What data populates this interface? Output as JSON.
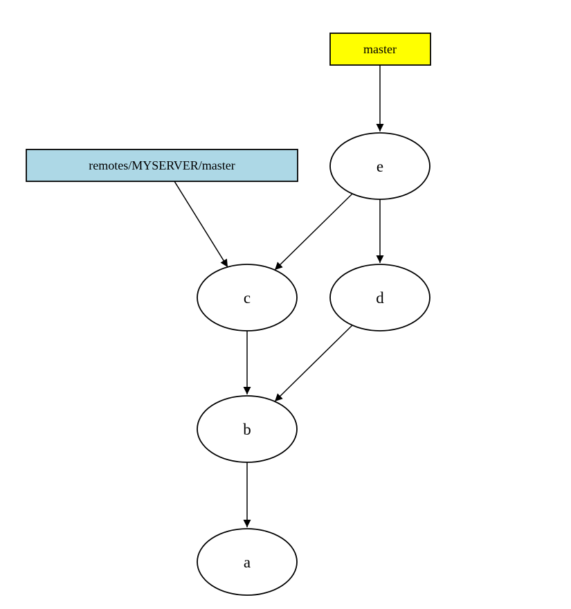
{
  "diagram": {
    "type": "git-commit-graph",
    "background": "#ffffff",
    "nodes": {
      "master": {
        "label": "master",
        "shape": "box",
        "fill": "#ffff00"
      },
      "remote": {
        "label": "remotes/MYSERVER/master",
        "shape": "box",
        "fill": "#add8e6"
      },
      "e": {
        "label": "e",
        "shape": "ellipse",
        "fill": "#ffffff"
      },
      "c": {
        "label": "c",
        "shape": "ellipse",
        "fill": "#ffffff"
      },
      "d": {
        "label": "d",
        "shape": "ellipse",
        "fill": "#ffffff"
      },
      "b": {
        "label": "b",
        "shape": "ellipse",
        "fill": "#ffffff"
      },
      "a": {
        "label": "a",
        "shape": "ellipse",
        "fill": "#ffffff"
      }
    },
    "edges": [
      {
        "from": "master",
        "to": "e"
      },
      {
        "from": "remotes/MYSERVER/master",
        "to": "c"
      },
      {
        "from": "e",
        "to": "c"
      },
      {
        "from": "e",
        "to": "d"
      },
      {
        "from": "c",
        "to": "b"
      },
      {
        "from": "d",
        "to": "b"
      },
      {
        "from": "b",
        "to": "a"
      }
    ],
    "colors": {
      "edge": "#000000",
      "node_stroke": "#000000",
      "master_fill": "#ffff00",
      "remote_fill": "#add8e6"
    }
  }
}
